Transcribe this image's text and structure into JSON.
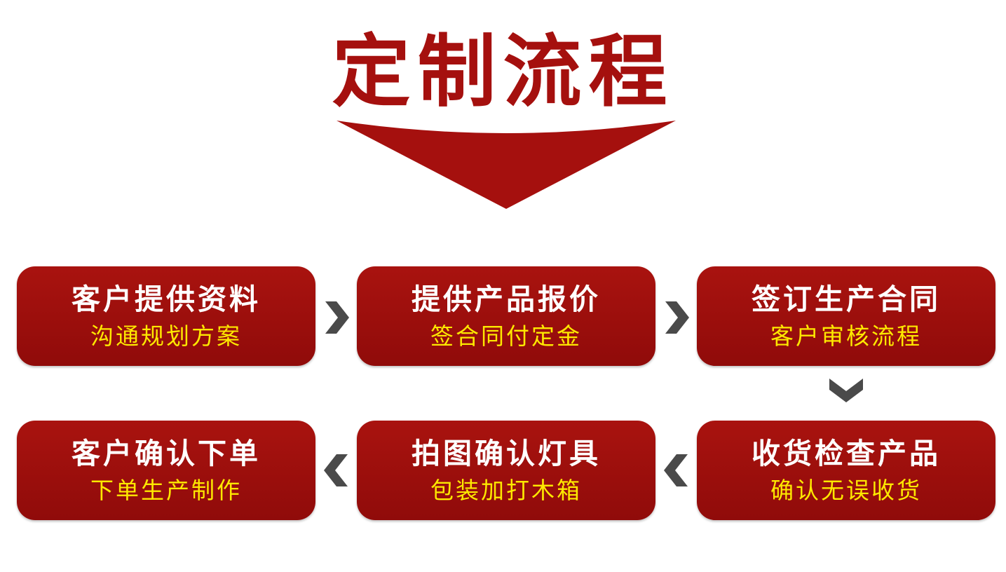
{
  "title": "定制流程",
  "steps": [
    {
      "title": "客户提供资料",
      "subtitle": "沟通规划方案"
    },
    {
      "title": "提供产品报价",
      "subtitle": "签合同付定金"
    },
    {
      "title": "签订生产合同",
      "subtitle": "客户审核流程"
    },
    {
      "title": "收货检查产品",
      "subtitle": "确认无误收货"
    },
    {
      "title": "拍图确认灯具",
      "subtitle": "包装加打木箱"
    },
    {
      "title": "客户确认下单",
      "subtitle": "下单生产制作"
    }
  ],
  "colors": {
    "primary_red": "#a5100e",
    "box_red": "#9e0f0c",
    "subtitle_yellow": "#fde800",
    "title_white": "#ffffff",
    "connector_gray": "#4a4a4a"
  },
  "icons": {
    "banner": "down-triangle-icon",
    "connectors": [
      "chevron-right-icon",
      "chevron-right-icon",
      "chevron-down-icon",
      "chevron-left-icon",
      "chevron-left-icon"
    ]
  }
}
